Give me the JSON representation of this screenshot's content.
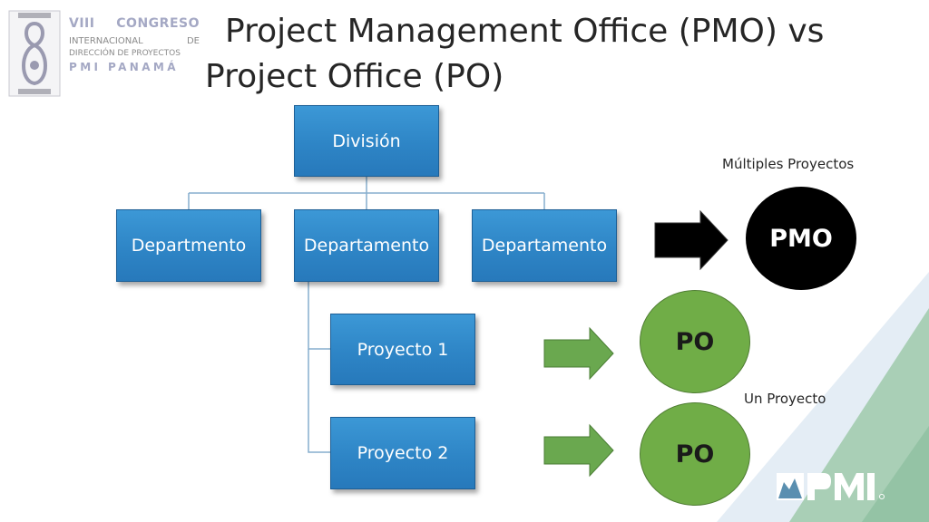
{
  "logo": {
    "line1_left": "VIII",
    "line1_right": "CONGRESO",
    "line2_left": "INTERNACIONAL",
    "line2_right": "DE",
    "line3": "DIRECCIÓN DE PROYECTOS",
    "line4": "PMI PANAMÁ",
    "emblem_numeral": "8"
  },
  "title": {
    "line1": "Project Management Office (PMO) vs",
    "line2": "Project Office (PO)"
  },
  "org_chart": {
    "root": "División",
    "departments": [
      "Departmento",
      "Departamento",
      "Departamento"
    ],
    "projects": [
      "Proyecto 1",
      "Proyecto 2"
    ]
  },
  "labels": {
    "multiple_projects": "Múltiples Proyectos",
    "single_project": "Un Proyecto"
  },
  "circles": {
    "pmo": "PMO",
    "po_1": "PO",
    "po_2": "PO"
  },
  "colors": {
    "box_blue": "#2e86c7",
    "connector": "#7fa8c8",
    "pmo_black": "#000000",
    "po_green": "#70ad47",
    "arrow_black": "#000000",
    "arrow_green": "#6aa84f",
    "deco_blue": "#dfe9f3",
    "deco_green": "#a7cfb4"
  },
  "brand": {
    "pmi": "PMI"
  }
}
